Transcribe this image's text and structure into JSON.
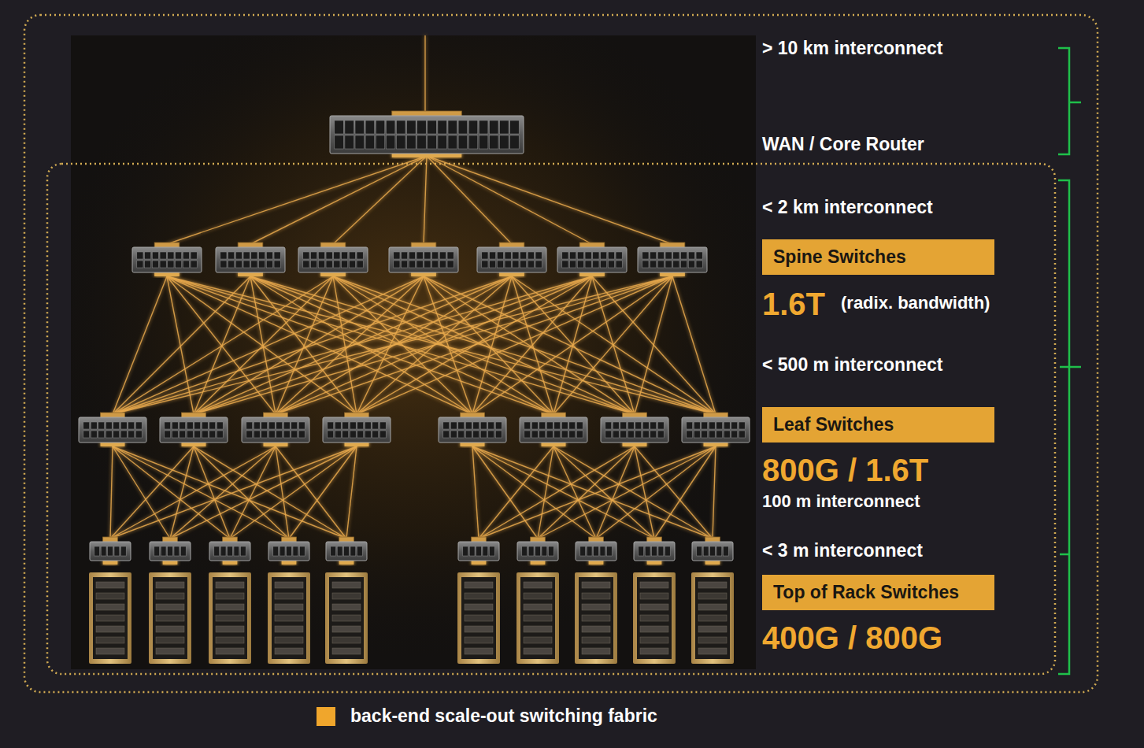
{
  "diagram": {
    "nodes": [
      {
        "text": [
          "Spine Switches"
        ]
      },
      {
        "text": [
          "Leaf Switches"
        ]
      },
      {
        "text": [
          "Top of Rack Switches"
        ]
      }
    ],
    "labels": [
      "> 10 km interconnect",
      "WAN / Core Router",
      "< 2 km interconnect",
      "1.6T",
      "(radix. bandwidth)",
      "< 500 m interconnect",
      "800G / 1.6T",
      "100 m interconnect",
      "< 3 m interconnect",
      "400G / 800G"
    ],
    "legend": [
      {
        "text": "back-end scale-out switching fabric",
        "color": "#f0a62c"
      }
    ]
  }
}
